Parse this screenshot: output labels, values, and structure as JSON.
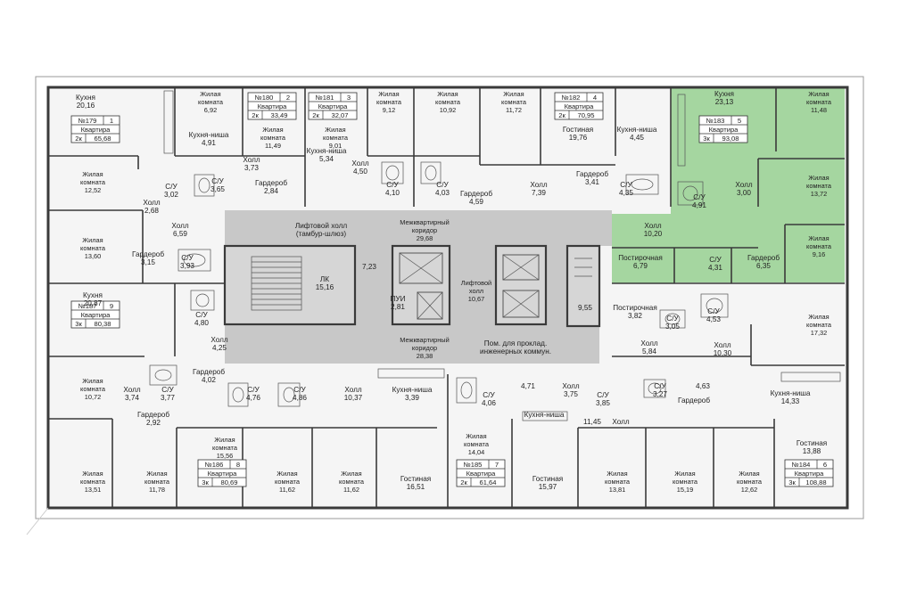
{
  "colors": {
    "highlight": "#9fd39a",
    "corridor": "#c9c9c9",
    "wall": "#3a3a3a",
    "background": "#ffffff",
    "interior": "#f4f4f4"
  },
  "apartments": [
    {
      "id": "179",
      "number": "№179",
      "floor_count": "1",
      "type_label": "Квартира",
      "rooms": "2к",
      "area": "65,68"
    },
    {
      "id": "180",
      "number": "№180",
      "floor_count": "2",
      "type_label": "Квартира",
      "rooms": "2к",
      "area": "33,49"
    },
    {
      "id": "181",
      "number": "№181",
      "floor_count": "3",
      "type_label": "Квартира",
      "rooms": "2к",
      "area": "32,07"
    },
    {
      "id": "182",
      "number": "№182",
      "floor_count": "4",
      "type_label": "Квартира",
      "rooms": "2к",
      "area": "70,95"
    },
    {
      "id": "183",
      "number": "№183",
      "floor_count": "5",
      "type_label": "Квартира",
      "rooms": "3к",
      "area": "93,08",
      "highlighted": true
    },
    {
      "id": "187",
      "number": "№187",
      "floor_count": "9",
      "type_label": "Квартира",
      "rooms": "3к",
      "area": "80,38"
    },
    {
      "id": "186",
      "number": "№186",
      "floor_count": "8",
      "type_label": "Квартира",
      "rooms": "3к",
      "area": "80,69"
    },
    {
      "id": "185",
      "number": "№185",
      "floor_count": "7",
      "type_label": "Квартира",
      "rooms": "2к",
      "area": "61,64"
    },
    {
      "id": "184",
      "number": "№184",
      "floor_count": "6",
      "type_label": "Квартира",
      "rooms": "3к",
      "area": "108,88"
    }
  ],
  "rooms": [
    {
      "name": "Кухня",
      "area": "20,16"
    },
    {
      "name": "Жилая комната",
      "area": "6,92"
    },
    {
      "name": "Жилая комната",
      "area": "11,49"
    },
    {
      "name": "Жилая комната",
      "area": "9,01"
    },
    {
      "name": "Жилая комната",
      "area": "9,12"
    },
    {
      "name": "Жилая комната",
      "area": "10,92"
    },
    {
      "name": "Жилая комната",
      "area": "11,72"
    },
    {
      "name": "Гостиная",
      "area": "19,76"
    },
    {
      "name": "Кухня-ниша",
      "area": "4,45"
    },
    {
      "name": "Кухня",
      "area": "23,13"
    },
    {
      "name": "Жилая комната",
      "area": "11,48"
    },
    {
      "name": "Кухня-ниша",
      "area": "4,91"
    },
    {
      "name": "Кухня-ниша",
      "area": "5,34"
    },
    {
      "name": "Холл",
      "area": "3,73"
    },
    {
      "name": "Холл",
      "area": "4,50"
    },
    {
      "name": "С/У",
      "area": "3,65"
    },
    {
      "name": "С/У",
      "area": "4,10"
    },
    {
      "name": "С/У",
      "area": "4,03"
    },
    {
      "name": "С/У",
      "area": "3,02"
    },
    {
      "name": "Гардероб",
      "area": "2,84"
    },
    {
      "name": "Жилая комната",
      "area": "12,52"
    },
    {
      "name": "Холл",
      "area": "2,68"
    },
    {
      "name": "Гардероб",
      "area": "4,59"
    },
    {
      "name": "Холл",
      "area": "7,39"
    },
    {
      "name": "Гардероб",
      "area": "3,41"
    },
    {
      "name": "С/У",
      "area": "4,35"
    },
    {
      "name": "С/У",
      "area": "4,91"
    },
    {
      "name": "Холл",
      "area": "3,00"
    },
    {
      "name": "Жилая комната",
      "area": "13,72"
    },
    {
      "name": "Холл",
      "area": "6,59"
    },
    {
      "name": "Лифтовой холл (тамбур-шлюз)",
      "area": ""
    },
    {
      "name": "Межквартирный коридор",
      "area": "29,68"
    },
    {
      "name": "Холл",
      "area": "10,20"
    },
    {
      "name": "Жилая комната",
      "area": "13,60"
    },
    {
      "name": "Гардероб",
      "area": "3,15"
    },
    {
      "name": "С/У",
      "area": "3,93"
    },
    {
      "name": "ЛК",
      "area": "15,16"
    },
    {
      "name": "",
      "area": "7,23"
    },
    {
      "name": "Постирочная",
      "area": "6,79"
    },
    {
      "name": "С/У",
      "area": "4,31"
    },
    {
      "name": "Гардероб",
      "area": "6,35"
    },
    {
      "name": "Жилая комната",
      "area": "9,16"
    },
    {
      "name": "Кухня",
      "area": "20,87"
    },
    {
      "name": "С/У",
      "area": "4,80"
    },
    {
      "name": "ПУИ",
      "area": "2,81"
    },
    {
      "name": "Лифтовой холл",
      "area": "10,67"
    },
    {
      "name": "",
      "area": "9,55"
    },
    {
      "name": "Постирочная",
      "area": "3,82"
    },
    {
      "name": "С/У",
      "area": "3,05"
    },
    {
      "name": "С/У",
      "area": "4,53"
    },
    {
      "name": "Жилая комната",
      "area": "17,32"
    },
    {
      "name": "Холл",
      "area": "4,25"
    },
    {
      "name": "Межквартирный коридор",
      "area": "28,38"
    },
    {
      "name": "Пом. для проклад. инженерных коммун.",
      "area": ""
    },
    {
      "name": "Холл",
      "area": "5,84"
    },
    {
      "name": "Холл",
      "area": "10,30"
    },
    {
      "name": "Жилая комната",
      "area": "10,72"
    },
    {
      "name": "Холл",
      "area": "3,74"
    },
    {
      "name": "С/У",
      "area": "3,77"
    },
    {
      "name": "Гардероб",
      "area": "4,02"
    },
    {
      "name": "С/У",
      "area": "4,76"
    },
    {
      "name": "С/У",
      "area": "4,86"
    },
    {
      "name": "Холл",
      "area": "10,37"
    },
    {
      "name": "Кухня-ниша",
      "area": "3,39"
    },
    {
      "name": "С/У",
      "area": "4,06"
    },
    {
      "name": "",
      "area": "4,71"
    },
    {
      "name": "Холл",
      "area": "3,75"
    },
    {
      "name": "С/У",
      "area": "3,85"
    },
    {
      "name": "С/У",
      "area": "3,27"
    },
    {
      "name": "",
      "area": "4,63"
    },
    {
      "name": "Гардероб",
      "area": ""
    },
    {
      "name": "Кухня-ниша",
      "area": "14,33"
    },
    {
      "name": "Гардероб",
      "area": "2,92"
    },
    {
      "name": "Кухня-ниша",
      "area": ""
    },
    {
      "name": "Холл",
      "area": ""
    },
    {
      "name": "",
      "area": "11,45"
    },
    {
      "name": "Жилая комната",
      "area": "15,56"
    },
    {
      "name": "Жилая комната",
      "area": "14,04"
    },
    {
      "name": "Гостиная",
      "area": "13,88"
    },
    {
      "name": "Жилая комната",
      "area": "13,51"
    },
    {
      "name": "Жилая комната",
      "area": "11,78"
    },
    {
      "name": "Жилая комната",
      "area": "11,62"
    },
    {
      "name": "Жилая комната",
      "area": "11,62"
    },
    {
      "name": "Гостиная",
      "area": "16,51"
    },
    {
      "name": "Гостиная",
      "area": "15,97"
    },
    {
      "name": "Жилая комната",
      "area": "13,81"
    },
    {
      "name": "Жилая комната",
      "area": "15,19"
    },
    {
      "name": "Жилая комната",
      "area": "12,62"
    }
  ]
}
